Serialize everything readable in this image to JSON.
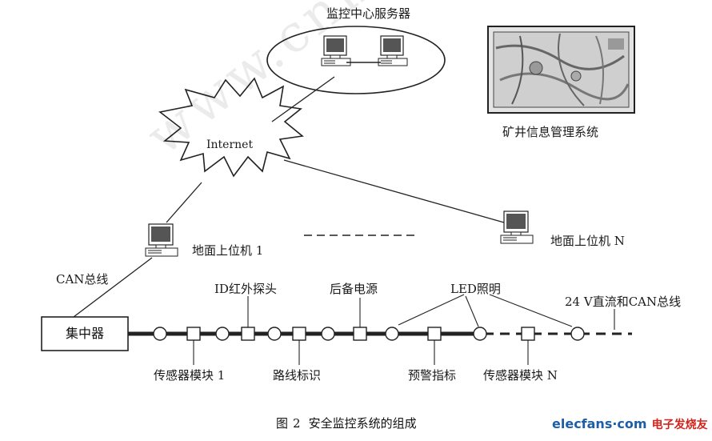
{
  "diagram": {
    "server_group_label": "监控中心服务器",
    "internet_label": "Internet",
    "mine_info_label": "矿井信息管理系统",
    "host1_label": "地面上位机 1",
    "hostN_label": "地面上位机 N",
    "can_bus_label": "CAN总线",
    "concentrator_label": "集中器",
    "id_infrared_label": "ID红外探头",
    "backup_power_label": "后备电源",
    "led_light_label": "LED照明",
    "dc_can_label": "24 V直流和CAN总线",
    "sensor1_label": "传感器模块 1",
    "route_marker_label": "路线标识",
    "warning_label": "预警指标",
    "sensorN_label": "传感器模块 N",
    "watermark": "www.cnki.net"
  },
  "caption": {
    "prefix": "图",
    "number": "2",
    "title": "安全监控系统的组成"
  },
  "brand": {
    "name": "elecfans·com",
    "cn": "电子发烧友"
  }
}
